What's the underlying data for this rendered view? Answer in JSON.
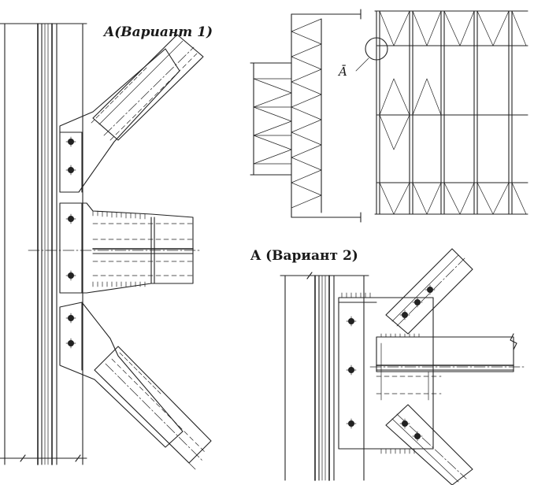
{
  "labels": {
    "variant1": "A(Вариант 1)",
    "variant2": "A (Вариант 2)",
    "callout": "Ā"
  },
  "colors": {
    "ink": "#222222",
    "paper": "#ffffff"
  }
}
